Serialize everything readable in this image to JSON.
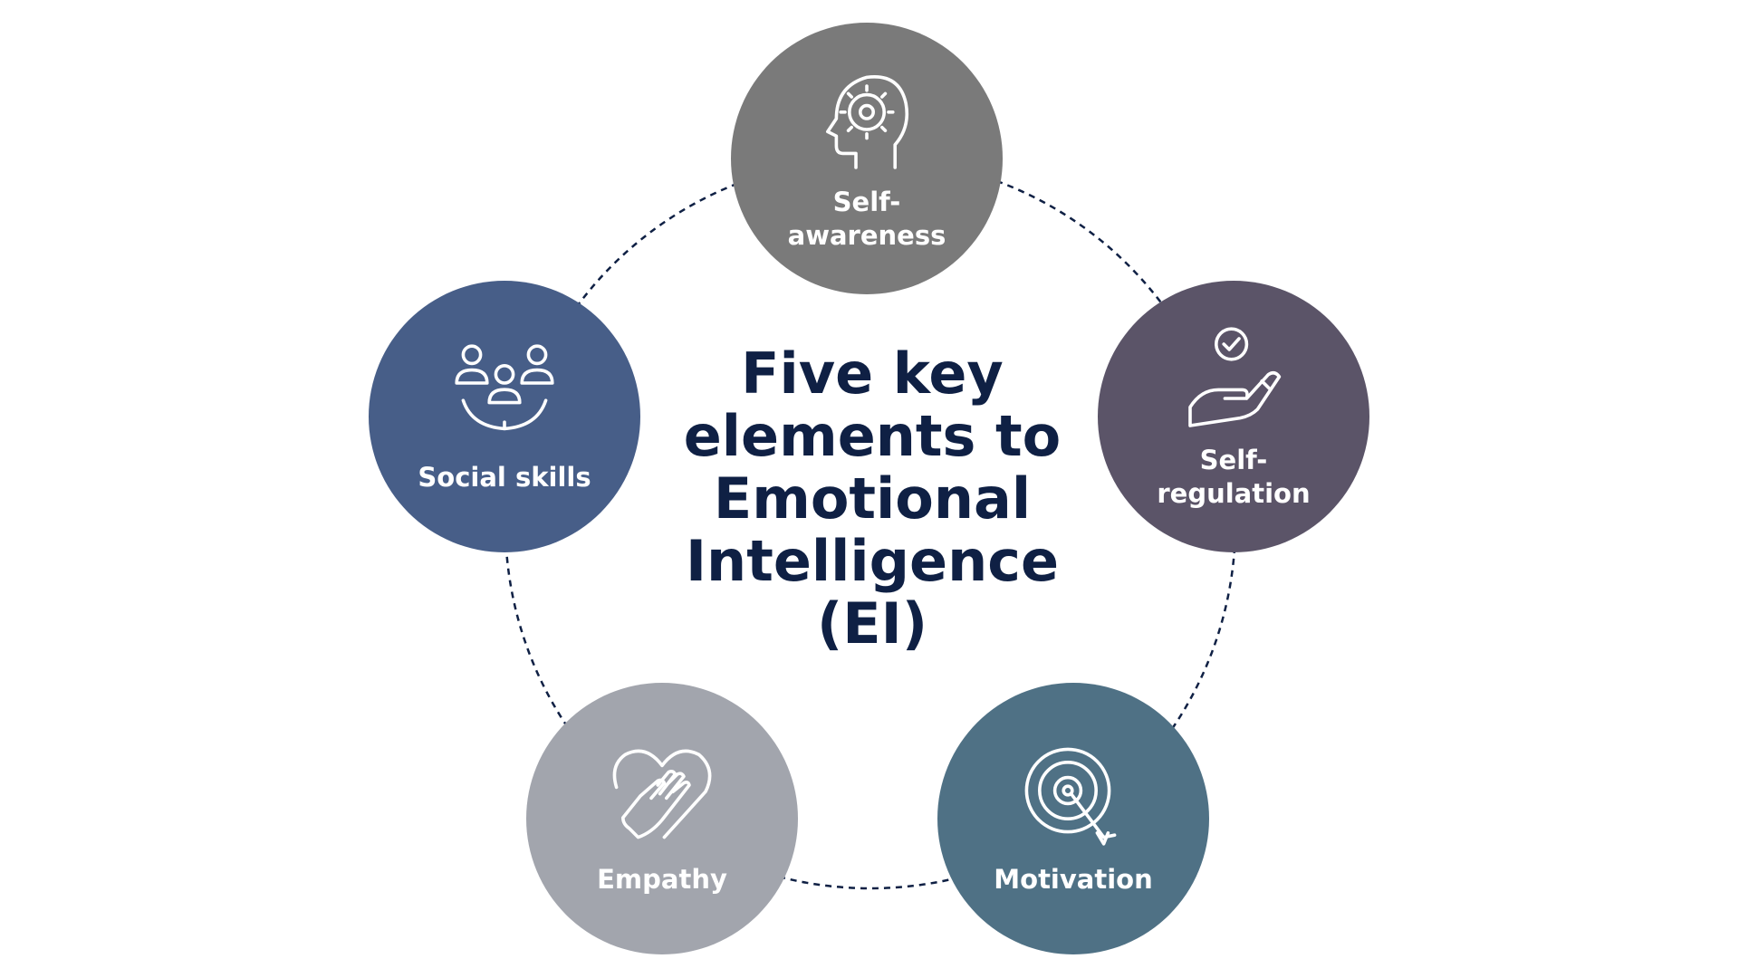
{
  "title": "Five key elements to Emotional Intelligence (EI)",
  "elements": [
    {
      "label": "Self-awareness",
      "icon": "head-gear-brain-icon",
      "color": "#7a7a7a"
    },
    {
      "label": "Self-regulation",
      "icon": "hand-check-icon",
      "color": "#5b5468"
    },
    {
      "label": "Motivation",
      "icon": "target-arrow-icon",
      "color": "#4f7185"
    },
    {
      "label": "Empathy",
      "icon": "heart-hand-icon",
      "color": "#a2a5ad"
    },
    {
      "label": "Social skills",
      "icon": "people-group-icon",
      "color": "#475e88"
    }
  ],
  "ring_color": "#0f2044"
}
